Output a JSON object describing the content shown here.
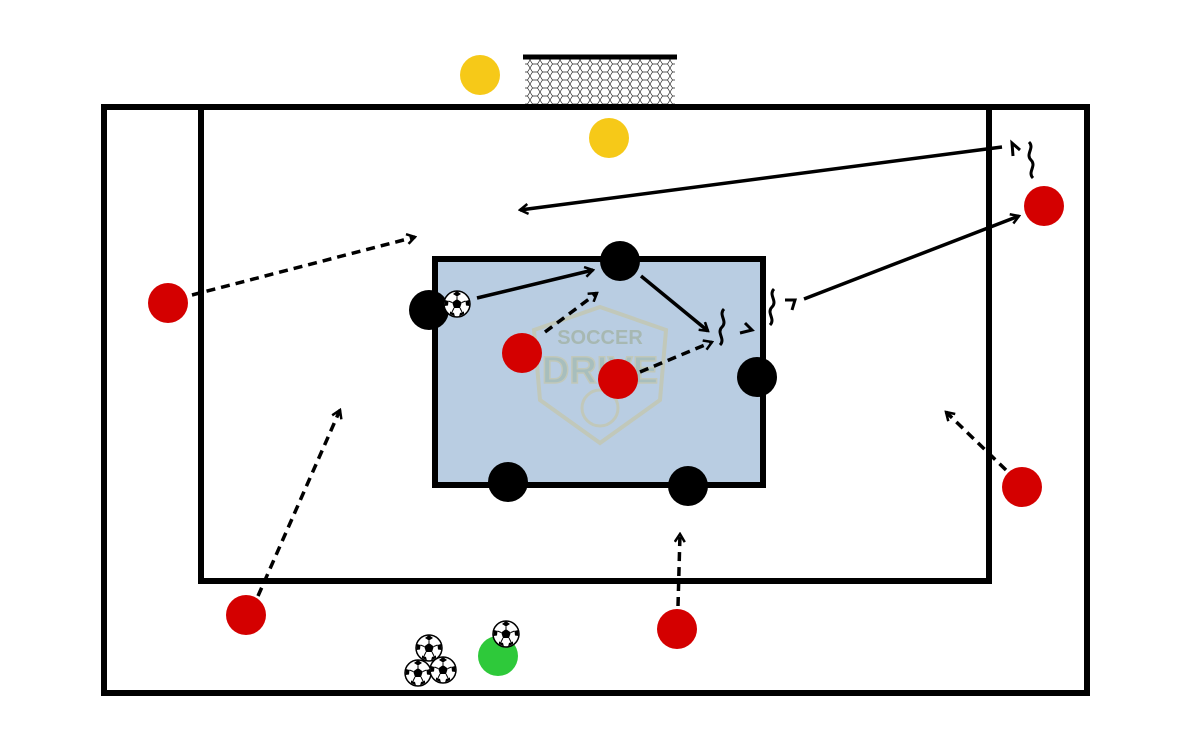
{
  "diagram": {
    "watermark": {
      "line1": "SOCCER",
      "line2": "DRIVE",
      "icon": "soccer-ball-shield-icon"
    },
    "colors": {
      "background": "#ffffff",
      "field_lines": "#000000",
      "grid_fill": "#b9cde2",
      "goal_net": "#ffffff",
      "player_red": "#d40000",
      "player_black": "#000000",
      "player_yellow": "#f6c918",
      "player_green": "#2ec93a",
      "watermark": "#c8c49a"
    },
    "players": {
      "yellow": [
        "goalkeeper",
        "yellow-player"
      ],
      "black": [
        "black-1",
        "black-2",
        "black-3",
        "black-4",
        "black-5"
      ],
      "red_inside": [
        "red-inside-1",
        "red-inside-2"
      ],
      "red_outside": [
        "red-left",
        "red-top-right",
        "red-right",
        "red-bottom-left",
        "red-bottom-center"
      ],
      "green": [
        "coach"
      ]
    },
    "legend_semantics": {
      "solid_arrow": "pass",
      "dashed_arrow": "run",
      "wavy_arrow": "dribble"
    }
  }
}
